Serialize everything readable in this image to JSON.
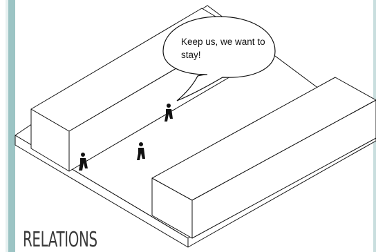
{
  "speech_bubble": {
    "text": "Keep us, we want to stay!"
  },
  "section": {
    "title": "RELATIONS"
  },
  "colors": {
    "frame_accent": "#9cc4c4",
    "line": "#111111"
  },
  "figures": [
    "person-figure-back",
    "person-figure-middle",
    "person-figure-left"
  ]
}
